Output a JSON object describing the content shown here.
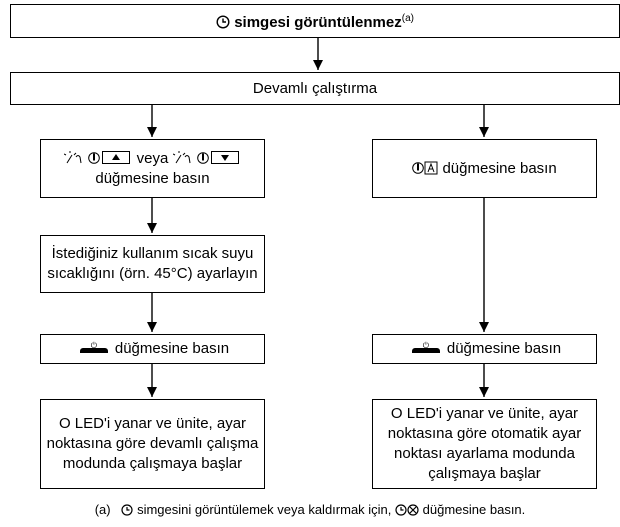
{
  "top": {
    "icon": "clock-icon",
    "text": "simgesi görüntülenmez",
    "sup": "(a)"
  },
  "continuous": "Devamlı çalıştırma",
  "left": {
    "step1_or": "veya",
    "step1_line2": "düğmesine basın",
    "step2_line1": "İstediğiniz kullanım sıcak suyu",
    "step2_line2": "sıcaklığını (örn. 45°C) ayarlayın",
    "step3": "düğmesine basın",
    "result_lines": [
      "O LED'i yanar ve ünite, ayar",
      "noktasına göre devamlı çalışma",
      "modunda çalışmaya başlar"
    ]
  },
  "right": {
    "step1": "düğmesine basın",
    "step3": "düğmesine basın",
    "result_lines": [
      "O LED'i yanar ve ünite, ayar",
      "noktasına göre otomatik ayar",
      "noktası ayarlama modunda",
      "çalışmaya başlar"
    ]
  },
  "footnote": {
    "marker": "(a)",
    "text_a": "simgesini görüntülemek veya kaldırmak için,",
    "text_b": "düğmesine basın."
  }
}
